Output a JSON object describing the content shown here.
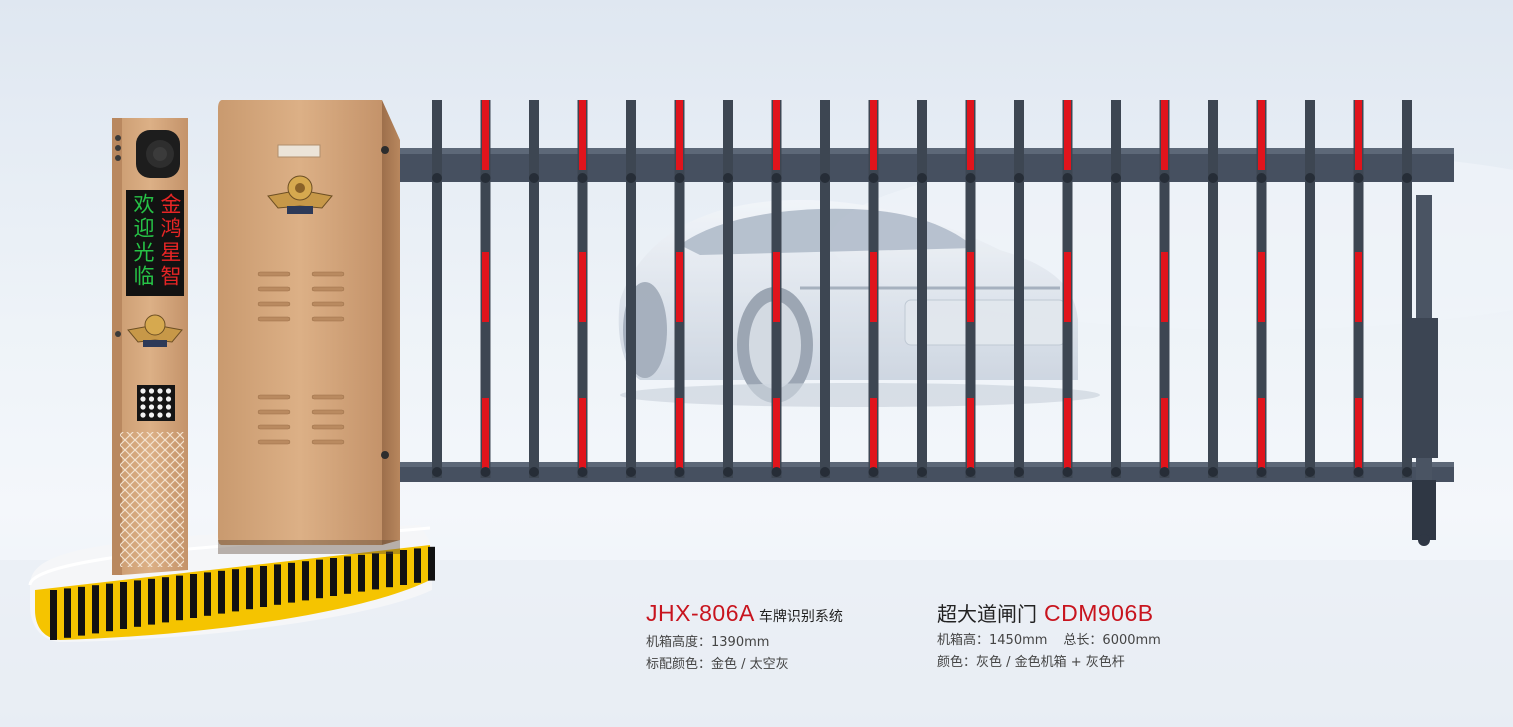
{
  "display": {
    "left_column": "欢迎光临",
    "right_column": "金鸿星智"
  },
  "product_a": {
    "model": "JHX-806A",
    "name": "车牌识别系统",
    "spec_1": "机箱高度：1390mm",
    "spec_2": "标配颜色：金色 / 太空灰"
  },
  "product_b": {
    "name": "超大道闸门",
    "model": "CDM906B",
    "spec_1a": "机箱高：1450mm",
    "spec_1b": "总长：6000mm",
    "spec_2": "颜色：灰色 / 金色机箱 + 灰色杆"
  },
  "colors": {
    "accent_red": "#c8141e",
    "cabinet_gold": "#d4a57a",
    "fence_gray": "#3d4652",
    "stripe_yellow": "#f5c400"
  }
}
